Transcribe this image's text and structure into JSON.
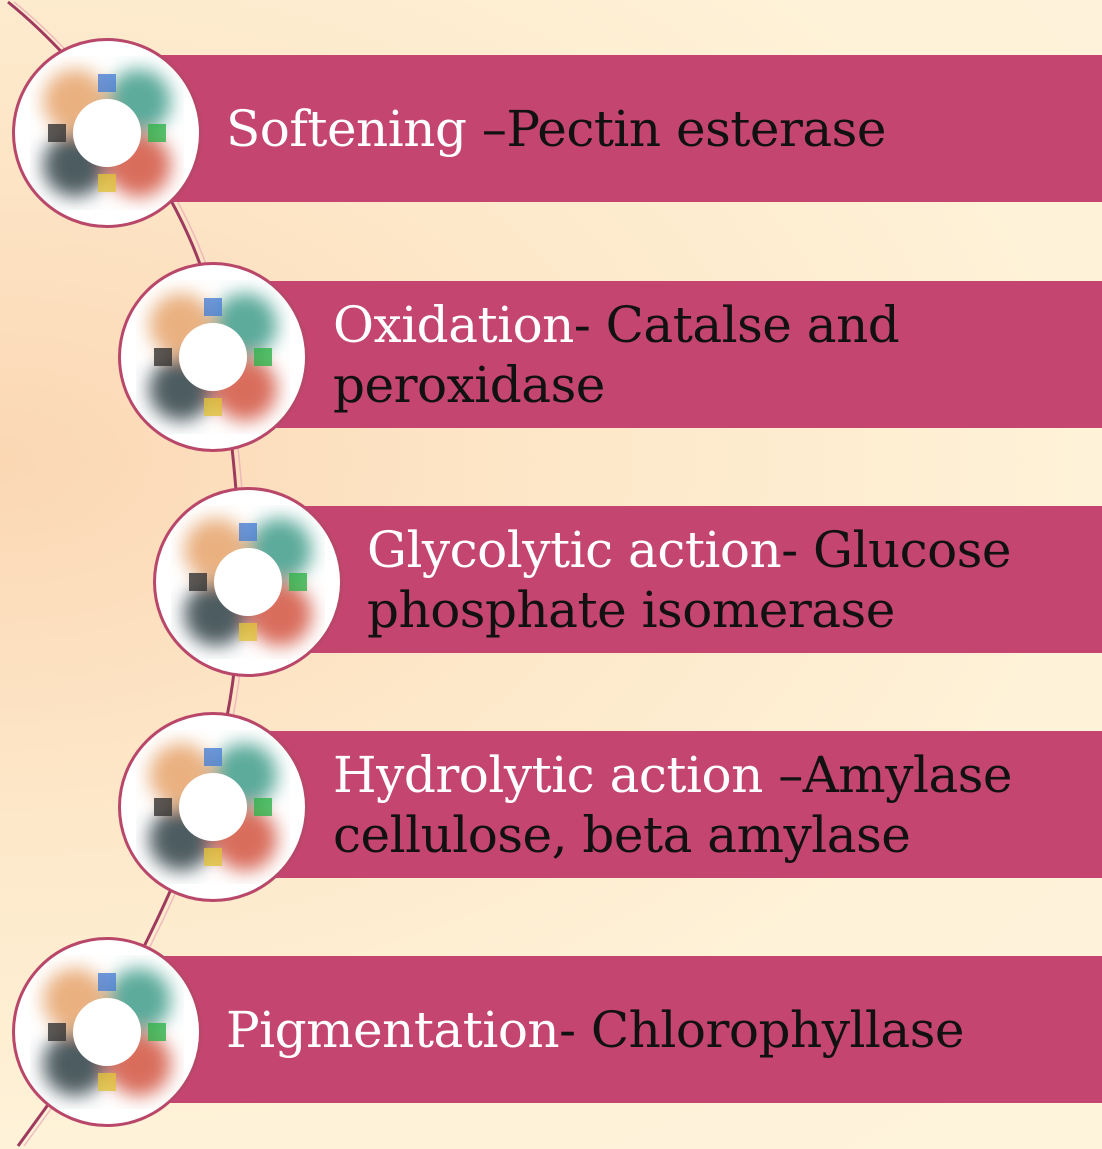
{
  "colors": {
    "band": "#c4456f",
    "curve": "#9e3a5e",
    "node_border": "#b8476a",
    "text_white": "#ffffff",
    "text_dark": "#111111"
  },
  "items": [
    {
      "label_white": "Softening ",
      "label_dark": "–Pectin esterase",
      "icon": "ring-icon"
    },
    {
      "label_white": "Oxidation",
      "label_dark": "- Catalse and peroxidase",
      "icon": "ring-icon"
    },
    {
      "label_white": "Glycolytic action",
      "label_dark": "- Glucose phosphate isomerase",
      "icon": "ring-icon"
    },
    {
      "label_white": "Hydrolytic action ",
      "label_dark": "–Amylase cellulose, beta amylase",
      "icon": "ring-icon"
    },
    {
      "label_white": "Pigmentation",
      "label_dark": "- Chlorophyllase",
      "icon": "ring-icon"
    }
  ]
}
